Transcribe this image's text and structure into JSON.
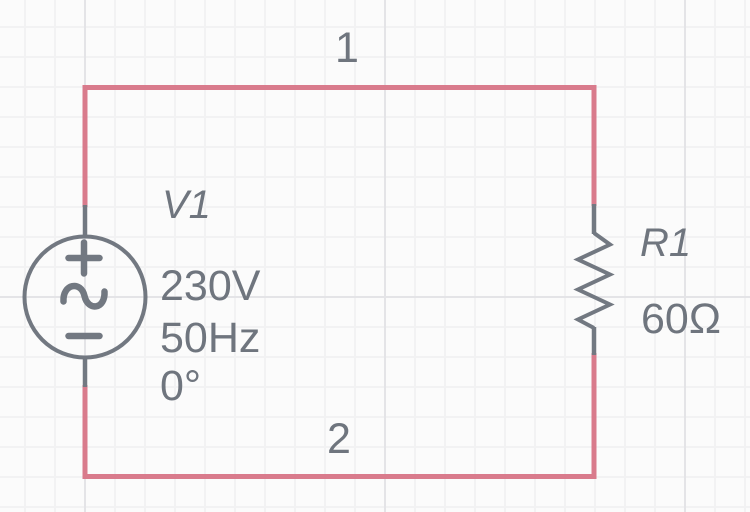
{
  "theme": {
    "background": "#fbfbfb",
    "grid_minor": "#f2f2f3",
    "grid_major": "#e4e4e7",
    "wire": "#d97b8c",
    "component": "#727881",
    "text": "#6f757e"
  },
  "circuit": {
    "nodes": [
      {
        "label": "1"
      },
      {
        "label": "2"
      }
    ],
    "components": {
      "v1": {
        "type": "ac-voltage-source",
        "name": "V1",
        "voltage": "230V",
        "frequency": "50Hz",
        "phase": "0°",
        "polarity_plus": "+",
        "polarity_minus": "−",
        "waveform_icon": "sine"
      },
      "r1": {
        "type": "resistor",
        "name": "R1",
        "resistance": "60Ω"
      }
    }
  }
}
